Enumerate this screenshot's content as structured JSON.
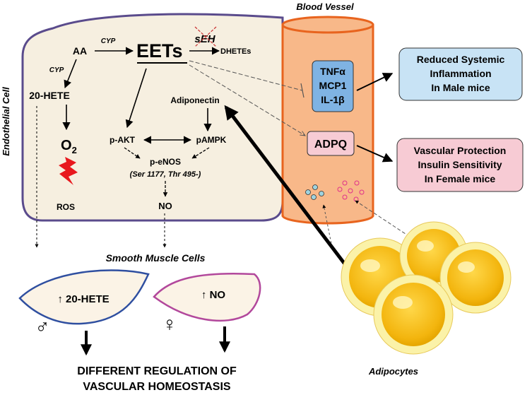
{
  "labels": {
    "blood_vessel": "Blood Vessel",
    "endothelial_cell": "Endothelial Cell",
    "smooth_muscle_cells": "Smooth Muscle Cells",
    "adipocytes": "Adipocytes",
    "aa": "AA",
    "cyp_top": "CYP",
    "cyp_left": "CYP",
    "eets": "EETs",
    "seh": "sEH",
    "dhetes": "DHETEs",
    "hete20": "20-HETE",
    "o2": "O",
    "o2_sub": "2",
    "ros": "ROS",
    "adiponectin": "Adiponectin",
    "pakt": "p-AKT",
    "pampk": "pAMPK",
    "penos": "p-eNOS",
    "penos_sites": "(Ser 1177, Thr 495-)",
    "no": "NO",
    "tnfa": "TNFα",
    "mcp1": "MCP1",
    "il1b": "IL-1β",
    "adpq": "ADPQ",
    "male_cell": "↑ 20-HETE",
    "female_cell": "↑ NO",
    "male_symbol": "♂",
    "female_symbol": "♀",
    "bottom_line1": "DIFFERENT REGULATION OF",
    "bottom_line2": "VASCULAR HOMEOSTASIS"
  },
  "outcome_male": [
    "Reduced Systemic",
    "Inflammation",
    "In Male mice"
  ],
  "outcome_female": [
    "Vascular Protection",
    "Insulin Sensitivity",
    "In Female mice"
  ],
  "colors": {
    "cell_fill": "#f6efe0",
    "cell_stroke": "#5a4b8c",
    "vessel_fill": "#f8b889",
    "vessel_stroke": "#e8641e",
    "male_stroke": "#2f4fa0",
    "female_stroke": "#b2489c",
    "blue_box": "#c8e3f5",
    "pink_box": "#f7cbd4",
    "adipocyte": "#f7c21a"
  }
}
